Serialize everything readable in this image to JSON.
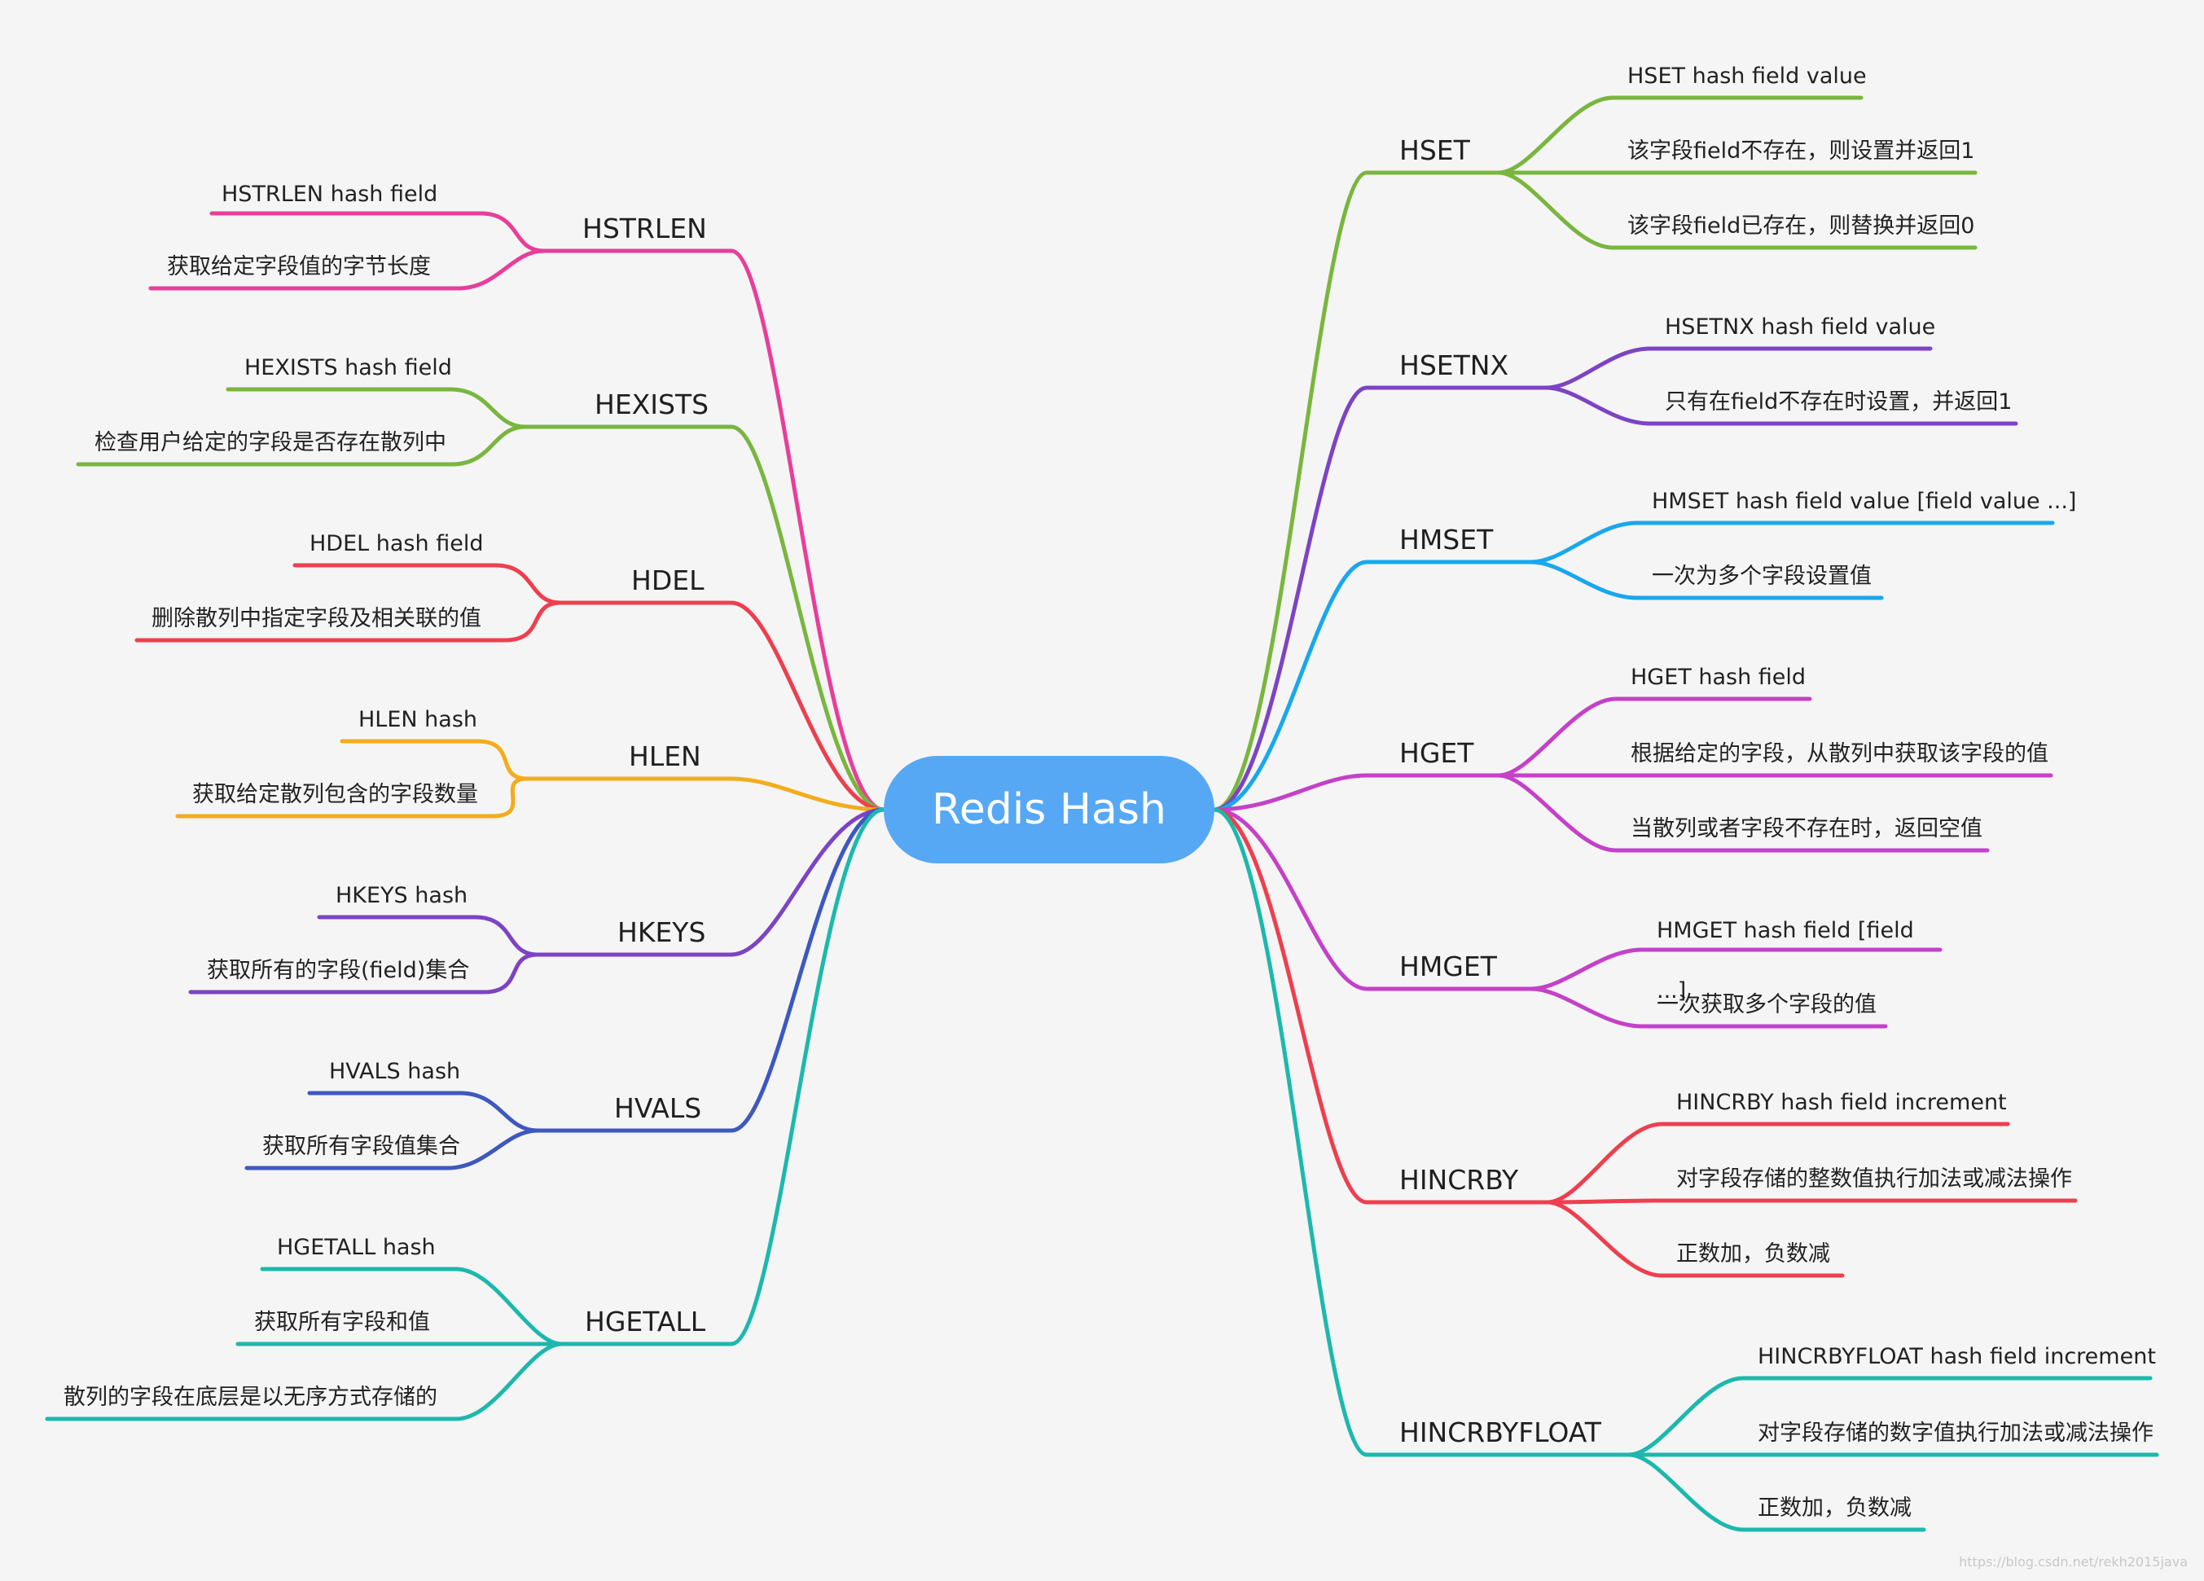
{
  "central_topic": "Redis Hash",
  "watermark": "https://blog.csdn.net/rekh2015java",
  "colors": {
    "background": "#f5f5f5",
    "central": "#56a8f5",
    "pink": "#e83e9a",
    "green": "#79b63e",
    "red": "#ee3f4f",
    "orange": "#f4ac1b",
    "purple": "#7c44c3",
    "blue": "#3e58c0",
    "teal": "#1cb8ad",
    "lightblue": "#19a7ee",
    "magenta": "#c441c8"
  },
  "left_branches": [
    {
      "label": "HSTRLEN",
      "color": "pink",
      "leaves": [
        "HSTRLEN hash field",
        "获取给定字段值的字节长度"
      ]
    },
    {
      "label": "HEXISTS",
      "color": "green",
      "leaves": [
        "HEXISTS hash field",
        "检查用户给定的字段是否存在散列中"
      ]
    },
    {
      "label": "HDEL",
      "color": "red",
      "leaves": [
        "HDEL hash field",
        "删除散列中指定字段及相关联的值"
      ]
    },
    {
      "label": "HLEN",
      "color": "orange",
      "leaves": [
        "HLEN hash",
        "获取给定散列包含的字段数量"
      ]
    },
    {
      "label": "HKEYS",
      "color": "purple",
      "leaves": [
        "HKEYS hash",
        "获取所有的字段(field)集合"
      ]
    },
    {
      "label": "HVALS",
      "color": "blue",
      "leaves": [
        "HVALS hash",
        "获取所有字段值集合"
      ]
    },
    {
      "label": "HGETALL",
      "color": "teal",
      "leaves": [
        "HGETALL hash",
        "获取所有字段和值",
        "散列的字段在底层是以无序方式存储的"
      ]
    }
  ],
  "right_branches": [
    {
      "label": "HSET",
      "color": "green",
      "leaves": [
        "HSET hash field value",
        "该字段field不存在，则设置并返回1",
        "该字段field已存在，则替换并返回0"
      ]
    },
    {
      "label": "HSETNX",
      "color": "purple",
      "leaves": [
        "HSETNX hash field value",
        "只有在field不存在时设置，并返回1"
      ]
    },
    {
      "label": "HMSET",
      "color": "lightblue",
      "leaves": [
        "HMSET hash field value [field value ...]",
        "一次为多个字段设置值"
      ]
    },
    {
      "label": "HGET",
      "color": "magenta",
      "leaves": [
        "HGET hash field",
        "根据给定的字段，从散列中获取该字段的值",
        "当散列或者字段不存在时，返回空值"
      ]
    },
    {
      "label": "HMGET",
      "color": "magenta",
      "leaves": [
        "HMGET hash field [field ...]",
        "一次获取多个字段的值"
      ]
    },
    {
      "label": "HINCRBY",
      "color": "red",
      "leaves": [
        "HINCRBY  hash field increment",
        "对字段存储的整数值执行加法或减法操作",
        "正数加，负数减"
      ]
    },
    {
      "label": "HINCRBYFLOAT",
      "color": "teal",
      "leaves": [
        "HINCRBYFLOAT hash field increment",
        "对字段存储的数字值执行加法或减法操作",
        "正数加，负数减"
      ]
    }
  ]
}
